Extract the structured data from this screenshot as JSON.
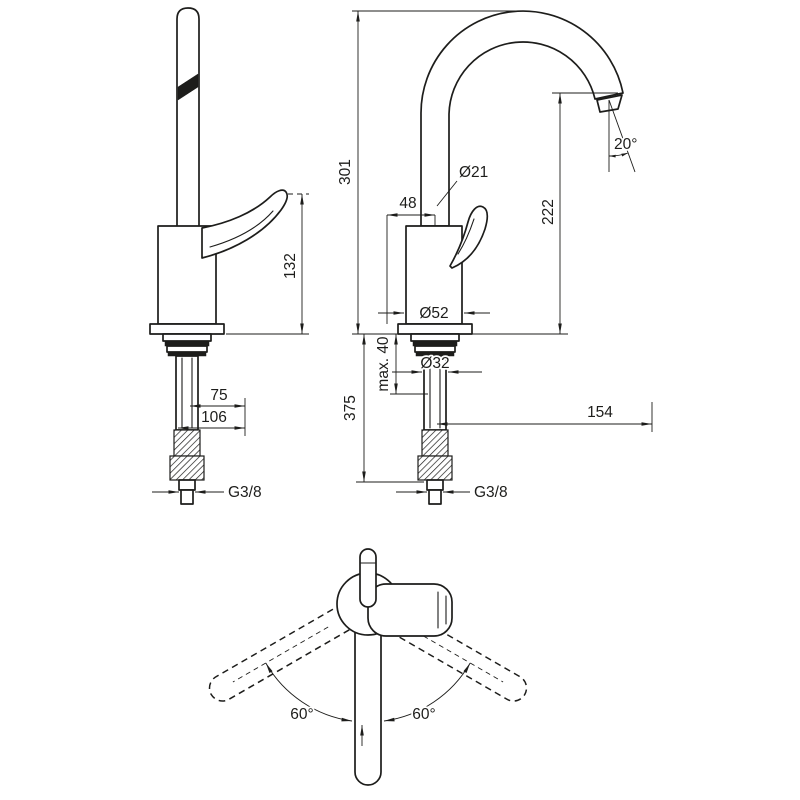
{
  "palette": {
    "background": "#ffffff",
    "ink": "#1d1d1b"
  },
  "side_view": {
    "dim_handle_height": "132",
    "dim_75": "75",
    "dim_106": "106",
    "connection": "G3/8"
  },
  "front_view": {
    "dim_total_height": "301",
    "dim_spout_height": "222",
    "dim_spout_diameter": "Ø21",
    "dim_48": "48",
    "dim_outlet_angle": "20°",
    "dim_body_diameter": "Ø52",
    "dim_hole_diameter": "Ø32",
    "dim_hose_length": "375",
    "dim_max_mounting": "max. 40",
    "dim_spout_reach": "154",
    "connection": "G3/8"
  },
  "top_view": {
    "dim_swivel_left": "60°",
    "dim_swivel_right": "60°"
  }
}
